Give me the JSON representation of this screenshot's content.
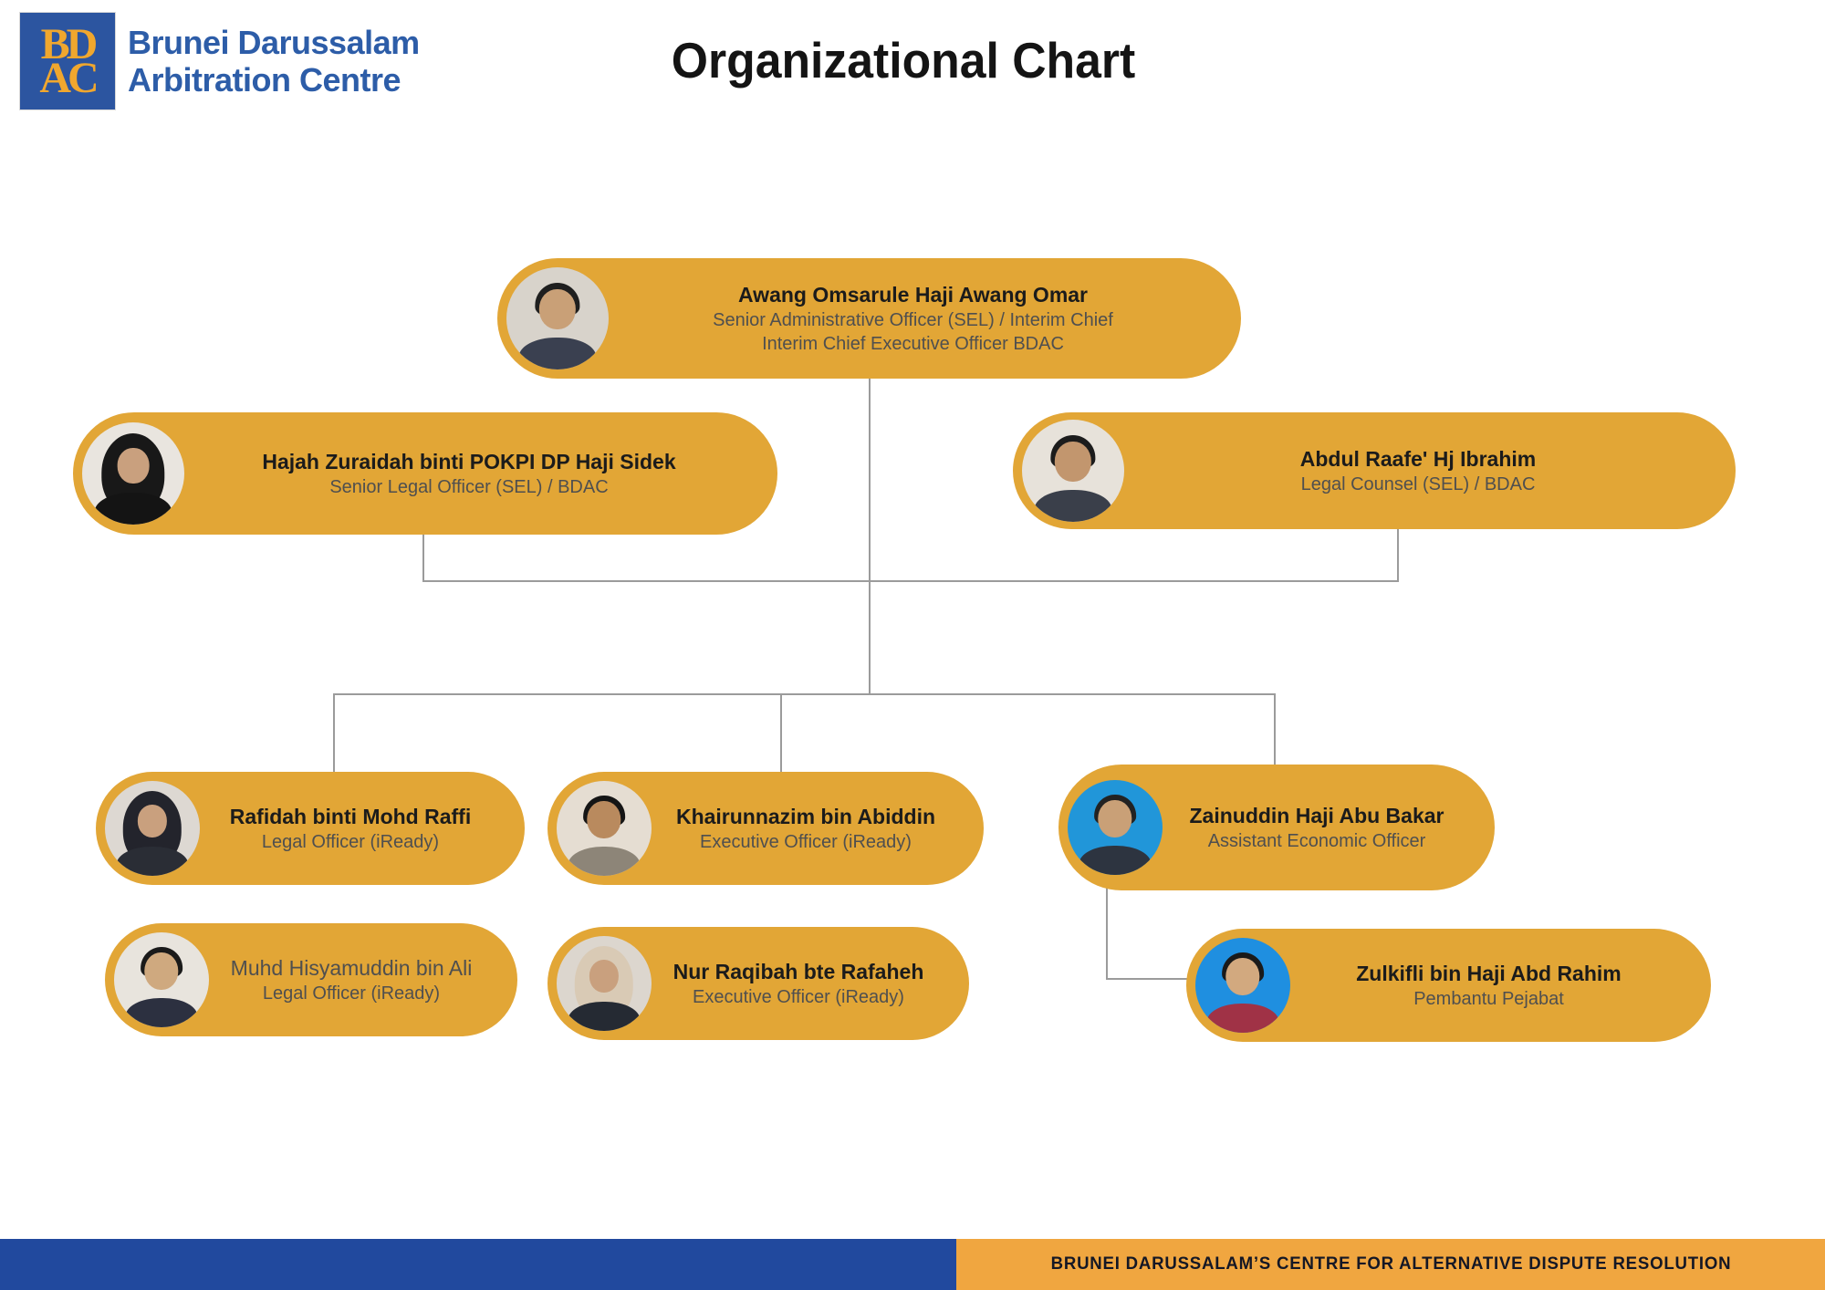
{
  "header": {
    "logo_top": "BD",
    "logo_bottom": "AC",
    "brand_line1": "Brunei Darussalam",
    "brand_line2": "Arbitration Centre",
    "title": "Organizational Chart"
  },
  "colors": {
    "node_gold": "#E2A636",
    "footer_gold": "#F0A640",
    "footer_blue": "#21499E",
    "brand_blue": "#2D5DA8",
    "logo_background_blue": "#2C55A0",
    "logo_letters_gold": "#F0A72E",
    "connector_gray": "#9B9B9B",
    "name_text": "#1B1B1B",
    "role_text": "#4F4F4F"
  },
  "chart_data": {
    "type": "org-chart",
    "nodes": [
      {
        "id": "interim-ceo",
        "name": "Awang Omsarule Haji Awang Omar",
        "role_lines": [
          "Senior Administrative Officer (SEL) / Interim Chief",
          "Interim Chief Executive Officer BDAC"
        ],
        "reports_to": null,
        "avatar": {
          "style": "hair",
          "bg": "#d8d3cb",
          "skin": "#c9a077",
          "hw": "#1f1f1f",
          "torso": "#3a4050"
        }
      },
      {
        "id": "senior-legal-officer",
        "name": "Hajah Zuraidah binti POKPI DP Haji Sidek",
        "role_lines": [
          "Senior Legal Officer (SEL) / BDAC"
        ],
        "reports_to": "interim-ceo",
        "avatar": {
          "style": "hijab",
          "bg": "#e9e5df",
          "skin": "#c9a07e",
          "hw": "#181818",
          "torso": "#141414"
        }
      },
      {
        "id": "legal-counsel",
        "name": "Abdul Raafe' Hj Ibrahim",
        "role_lines": [
          "Legal Counsel (SEL) / BDAC"
        ],
        "reports_to": "interim-ceo",
        "avatar": {
          "style": "hair",
          "bg": "#e7e2da",
          "skin": "#c2966e",
          "hw": "#1c1c1c",
          "torso": "#3a3f4a"
        }
      },
      {
        "id": "legal-officer-iready",
        "name": "Rafidah binti Mohd Raffi",
        "role_lines": [
          "Legal Officer (iReady)"
        ],
        "reports_to": "interim-ceo",
        "avatar": {
          "style": "hijab",
          "bg": "#ddd8d2",
          "skin": "#c9a07e",
          "hw": "#23242c",
          "torso": "#2a2d35"
        }
      },
      {
        "id": "executive-officer-iready",
        "name": "Khairunnazim bin Abiddin",
        "role_lines": [
          "Executive Officer (iReady)"
        ],
        "reports_to": "interim-ceo",
        "avatar": {
          "style": "hair",
          "bg": "#e5ddd2",
          "skin": "#b98a5e",
          "hw": "#151515",
          "torso": "#8d8578"
        }
      },
      {
        "id": "assistant-economic-officer",
        "name": "Zainuddin Haji Abu Bakar",
        "role_lines": [
          "Assistant Economic Officer"
        ],
        "reports_to": "interim-ceo",
        "avatar": {
          "style": "hair",
          "bg": "#2196d9",
          "skin": "#c9a077",
          "hw": "#222222",
          "torso": "#2d3440"
        }
      },
      {
        "id": "legal-officer-iready-2",
        "name": "Muhd Hisyamuddin bin Ali",
        "role_lines": [
          "Legal Officer (iReady)"
        ],
        "reports_to": null,
        "avatar": {
          "style": "hair",
          "bg": "#e8e4dd",
          "skin": "#cfa97f",
          "hw": "#1a1a1a",
          "torso": "#2c3040"
        }
      },
      {
        "id": "executive-officer-iready-2",
        "name": "Nur Raqibah bte Rafaheh",
        "role_lines": [
          "Executive Officer (iReady)"
        ],
        "reports_to": null,
        "avatar": {
          "style": "hijab",
          "bg": "#dcd6ce",
          "skin": "#c9a07e",
          "hw": "#d9cab5",
          "torso": "#252a33"
        }
      },
      {
        "id": "pembantu-pejabat",
        "name": "Zulkifli bin Haji Abd Rahim",
        "role_lines": [
          "Pembantu Pejabat"
        ],
        "reports_to": "assistant-economic-officer",
        "avatar": {
          "style": "hair",
          "bg": "#1f8fe0",
          "skin": "#d2a97f",
          "hw": "#1a1a1a",
          "torso": "#a03246"
        }
      }
    ]
  },
  "footer": {
    "tagline": "BRUNEI DARUSSALAM’S CENTRE FOR ALTERNATIVE DISPUTE RESOLUTION"
  }
}
